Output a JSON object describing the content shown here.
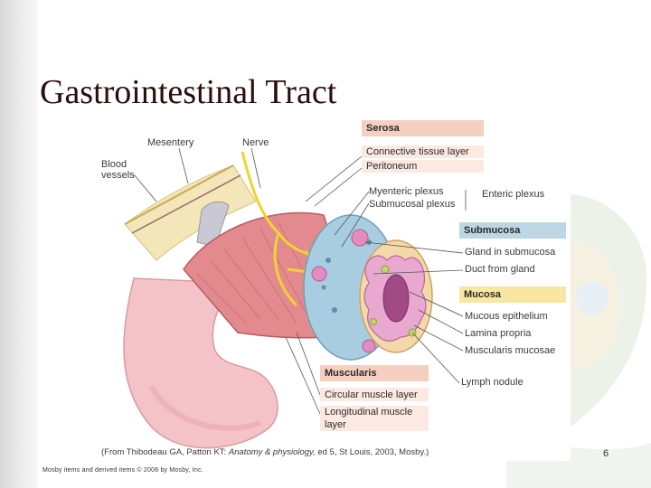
{
  "slide": {
    "title": "Gastrointestinal Tract",
    "page_number": "6",
    "copyright": "Mosby items and derived items © 2006 by Mosby, Inc."
  },
  "figure": {
    "labels": {
      "mesentery": "Mesentery",
      "nerve": "Nerve",
      "blood_vessels_1": "Blood",
      "blood_vessels_2": "vessels",
      "enteric_plexus": "Enteric plexus",
      "lymph_nodule": "Lymph nodule"
    },
    "serosa": {
      "header": "Serosa",
      "items": [
        "Connective tissue layer",
        "Peritoneum"
      ]
    },
    "plexus_items": [
      "Myenteric plexus",
      "Submucosal plexus"
    ],
    "submucosa": {
      "header": "Submucosa",
      "items": [
        "Gland in submucosa",
        "Duct from gland"
      ]
    },
    "mucosa": {
      "header": "Mucosa",
      "items": [
        "Mucous epithelium",
        "Lamina propria",
        "Muscularis mucosae"
      ]
    },
    "muscularis": {
      "header": "Muscularis",
      "items": [
        "Circular muscle layer",
        "Longitudinal muscle",
        "layer"
      ]
    },
    "credit": {
      "prefix": "(From Thibodeau GA, Patton KT: ",
      "book": "Anatomy & physiology,",
      "suffix": " ed 5, St Louis, 2003, Mosby.)"
    }
  },
  "colors": {
    "title": "#2a0d0d",
    "serosa_box": "#f5cfc0",
    "submucosa_box": "#bcd6e4",
    "mucosa_box": "#f7e7a0",
    "muscle": "#e07f82",
    "nerve": "#f2d230"
  }
}
